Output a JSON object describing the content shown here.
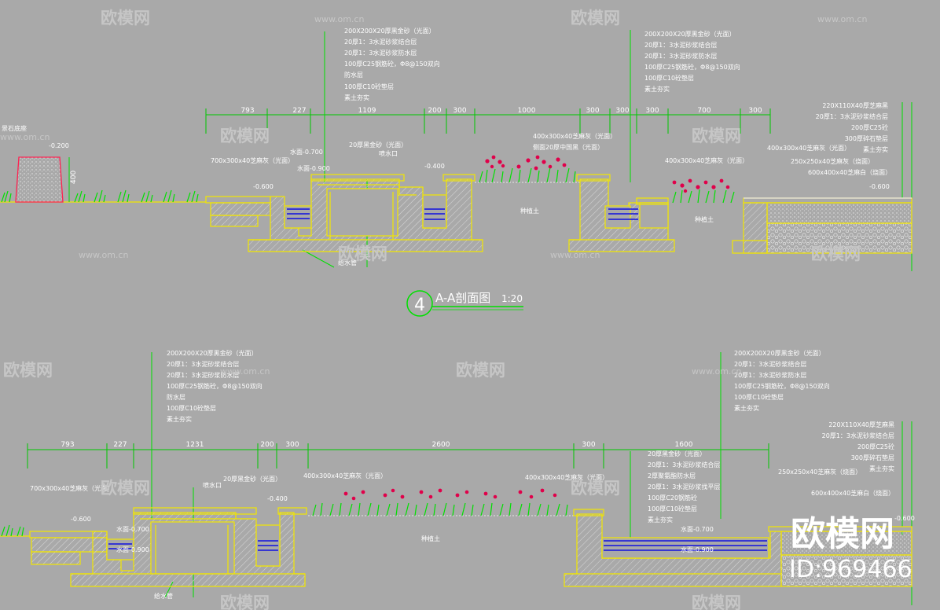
{
  "colors": {
    "background": "#a9a9a9",
    "structure": "#f2e600",
    "dimension": "#00c800",
    "leader": "#00e000",
    "water": "#0a0ad8",
    "flower": "#e0004a",
    "text": "#ffffff",
    "hatch": "#ffffff"
  },
  "watermark": {
    "brand": "欧模网",
    "url": "www.om.cn",
    "id": "ID:969466"
  },
  "section_a": {
    "title": "A-A剖面图",
    "number": "4",
    "scale": "1:20",
    "dims": [
      "793",
      "227",
      "1109",
      "200",
      "300",
      "1000",
      "300",
      "300",
      "300",
      "700",
      "300"
    ],
    "callout_left": [
      "200X200X20厚黑金砂（光面）",
      "20厚1：3水泥砂浆结合层",
      "20厚1：3水泥砂浆防水层",
      "100厚C25钢筋砼，Φ8@150双向",
      "防水层",
      "100厚C10砼垫层",
      "素土夯实"
    ],
    "callout_mid": [
      "200X200X20厚黑金砂（光面）",
      "20厚1：3水泥砂浆结合层",
      "20厚1：3水泥砂浆防水层",
      "100厚C25钢筋砼，Φ8@150双向",
      "100厚C10砼垫层",
      "素土夯实"
    ],
    "callout_right": [
      "220X110X40厚芝麻黑",
      "20厚1：3水泥砂浆结合层",
      "200厚C25砼",
      "300厚碎石垫层",
      "素土夯实"
    ],
    "labels": {
      "stone": "景石底座",
      "elev_stone": "-0.200",
      "dim_400": "400",
      "elev_left": "-0.600",
      "paving_left": "700x300x40芝麻灰（光面）",
      "water_high": "水面-0.700",
      "water_low": "水面-0.900",
      "coping": "20厚黑金砂（光面）",
      "spout": "喷水口",
      "elev_mid": "-0.400",
      "planter_cap": "400x300x40芝麻灰（光面）",
      "planter_rim": "侧面20厚中国黑（光面）",
      "soil": "种植土",
      "paving_right1": "400x300x40芝麻灰（光面）",
      "soil2": "种植土",
      "paving_right2": "400x300x40芝麻灰（光面）",
      "paving_right3": "250x250x40芝麻灰（烧面）",
      "paving_right4": "600x400x40芝麻白（烧面）",
      "elev_right": "-0.600",
      "drain": "给水管"
    }
  },
  "section_b": {
    "dims": [
      "793",
      "227",
      "1231",
      "200",
      "300",
      "2600",
      "300",
      "1600"
    ],
    "callout_left": [
      "200X200X20厚黑金砂（光面）",
      "20厚1：3水泥砂浆结合层",
      "20厚1：3水泥砂浆防水层",
      "100厚C25钢筋砼，Φ8@150双向",
      "防水层",
      "100厚C10砼垫层",
      "素土夯实"
    ],
    "callout_mid": [
      "200X200X20厚黑金砂（光面）",
      "20厚1：3水泥砂浆结合层",
      "20厚1：3水泥砂浆防水层",
      "100厚C25钢筋砼，Φ8@150双向",
      "100厚C10砼垫层",
      "素土夯实"
    ],
    "callout_pool": [
      "20厚黑金砂（光面）",
      "20厚1：3水泥砂浆结合层",
      "2厚聚氨酯防水层",
      "20厚1：3水泥砂浆找平层",
      "100厚C20钢筋砼",
      "100厚C10砼垫层",
      "素土夯实"
    ],
    "callout_right": [
      "220X110X40厚芝麻黑",
      "20厚1：3水泥砂浆结合层",
      "200厚C25砼",
      "300厚碎石垫层",
      "素土夯实"
    ],
    "labels": {
      "paving_left": "700x300x40芝麻灰（光面）",
      "elev_left": "-0.600",
      "water_high": "水面-0.700",
      "water_low": "水面-0.900",
      "spout": "喷水口",
      "coping": "20厚黑金砂（光面）",
      "elev_mid": "-0.400",
      "planter1": "400x300x40芝麻灰（光面）",
      "planter2": "400x300x40芝麻灰（光面）",
      "soil": "种植土",
      "pool_water1": "水面-0.700",
      "pool_water2": "水面-0.900",
      "paving_right3": "250x250x40芝麻灰（烧面）",
      "paving_right4": "600x400x40芝麻白（烧面）",
      "elev_right": "-0.600",
      "drain": "给水管"
    }
  }
}
